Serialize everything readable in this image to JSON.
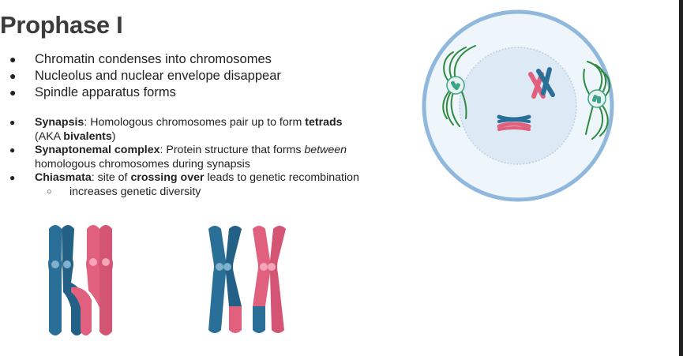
{
  "slide": {
    "title": "Prophase I",
    "bullets_main": [
      "Chromatin condenses into chromosomes",
      "Nucleolus and nuclear envelope disappear",
      "Spindle apparatus forms"
    ],
    "bullets_detail": {
      "synapsis": {
        "term": "Synapsis",
        "text1": ": Homologous chromosomes pair up to form ",
        "bold1": "tetrads",
        "text2": "(AKA ",
        "bold2": "bivalents",
        "text3": ")"
      },
      "synaptonemal": {
        "term": "Synaptonemal complex",
        "text1": ": Protein structure that forms ",
        "italic": "between",
        "text2": "homologous chromosomes during synapsis"
      },
      "chiasmata": {
        "term": "Chiasmata",
        "text1": ": site of ",
        "bold": "crossing over",
        "text2": " leads to genetic recombination",
        "sub": "increases genetic diversity"
      }
    },
    "bullet_symbol": "●",
    "sub_bullet_symbol": "○"
  },
  "colors": {
    "title": "#3c3c3c",
    "chromosome_blue": "#2a6f97",
    "chromosome_pink": "#e0607e",
    "centromere_blue": "#7fb0cc",
    "centromere_pink": "#f4a5b8",
    "cell_membrane": "#8fb8dc",
    "cell_fill": "#eef5fb",
    "nucleus_fill": "#dde9f4",
    "spindle_green": "#2e8b3e",
    "centriole_teal": "#3aa38a"
  },
  "icons": [
    "cell-diagram",
    "bivalent-crossing-over",
    "recombinant-chromatids"
  ]
}
